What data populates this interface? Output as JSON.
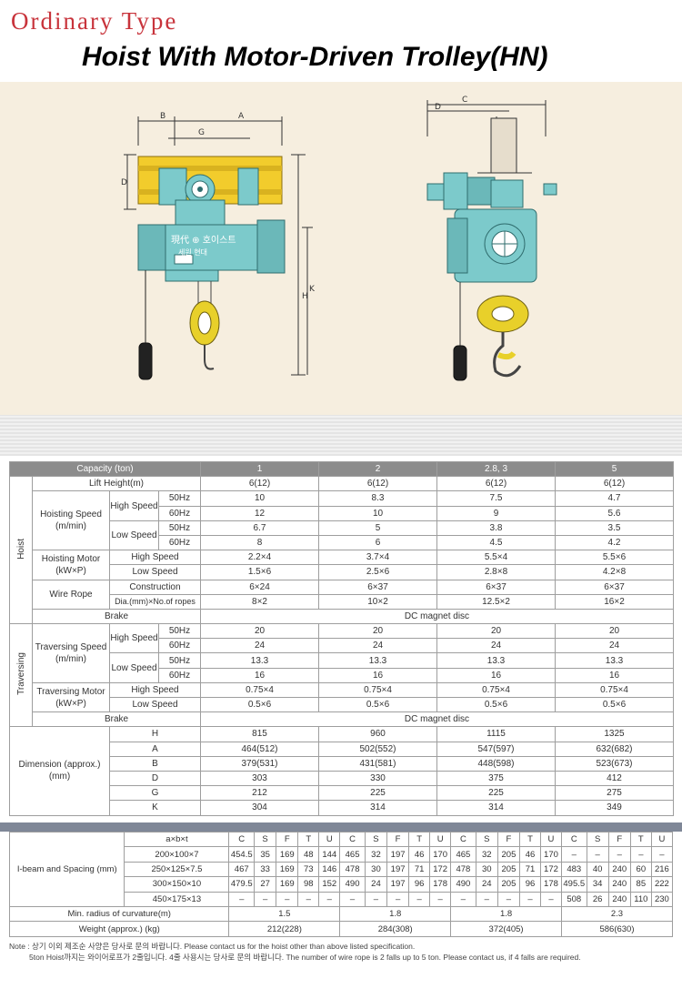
{
  "header": {
    "category": "Ordinary Type",
    "title": "Hoist With Motor-Driven Trolley(HN)"
  },
  "drawing": {
    "logo_text": "現代 ⊕ 호이스트",
    "plate_text": "세원 현대",
    "front_labels": {
      "b": "B",
      "a": "A",
      "g": "G",
      "d": "D",
      "h": "H",
      "k": "K"
    },
    "side_labels": {
      "c": "C",
      "d": "D"
    },
    "colors": {
      "girder": "#f2cc2c",
      "body": "#7ccacb",
      "hook": "#e8d02a",
      "dim": "#333333"
    }
  },
  "spec": {
    "header": [
      "Capacity (ton)",
      "1",
      "2",
      "2.8, 3",
      "5"
    ],
    "lift_height": {
      "label": "Lift Height(m)",
      "values": [
        "6(12)",
        "6(12)",
        "6(12)",
        "6(12)"
      ]
    },
    "hoist": {
      "group_label": "Hoist",
      "hoisting_speed": {
        "label": "Hoisting Speed (m/min)",
        "high": "High Speed",
        "low": "Low Speed",
        "rows": [
          {
            "hz": "50Hz",
            "values": [
              "10",
              "8.3",
              "7.5",
              "4.7"
            ]
          },
          {
            "hz": "60Hz",
            "values": [
              "12",
              "10",
              "9",
              "5.6"
            ]
          },
          {
            "hz": "50Hz",
            "values": [
              "6.7",
              "5",
              "3.8",
              "3.5"
            ]
          },
          {
            "hz": "60Hz",
            "values": [
              "8",
              "6",
              "4.5",
              "4.2"
            ]
          }
        ]
      },
      "hoisting_motor": {
        "label": "Hoisting Motor (kW×P)",
        "rows": [
          {
            "name": "High Speed",
            "values": [
              "2.2×4",
              "3.7×4",
              "5.5×4",
              "5.5×6"
            ]
          },
          {
            "name": "Low Speed",
            "values": [
              "1.5×6",
              "2.5×6",
              "2.8×8",
              "4.2×8"
            ]
          }
        ]
      },
      "wire_rope": {
        "label": "Wire Rope",
        "rows": [
          {
            "name": "Construction",
            "values": [
              "6×24",
              "6×37",
              "6×37",
              "6×37"
            ]
          },
          {
            "name": "Dia.(mm)×No.of ropes",
            "values": [
              "8×2",
              "10×2",
              "12.5×2",
              "16×2"
            ]
          }
        ]
      },
      "brake": {
        "label": "Brake",
        "value": "DC magnet disc"
      }
    },
    "traversing": {
      "group_label": "Traversing",
      "speed": {
        "label": "Traversing Speed (m/min)",
        "high": "High Speed",
        "low": "Low Speed",
        "rows": [
          {
            "hz": "50Hz",
            "values": [
              "20",
              "20",
              "20",
              "20"
            ]
          },
          {
            "hz": "60Hz",
            "values": [
              "24",
              "24",
              "24",
              "24"
            ]
          },
          {
            "hz": "50Hz",
            "values": [
              "13.3",
              "13.3",
              "13.3",
              "13.3"
            ]
          },
          {
            "hz": "60Hz",
            "values": [
              "16",
              "16",
              "16",
              "16"
            ]
          }
        ]
      },
      "motor": {
        "label": "Traversing Motor (kW×P)",
        "rows": [
          {
            "name": "High Speed",
            "values": [
              "0.75×4",
              "0.75×4",
              "0.75×4",
              "0.75×4"
            ]
          },
          {
            "name": "Low Speed",
            "values": [
              "0.5×6",
              "0.5×6",
              "0.5×6",
              "0.5×6"
            ]
          }
        ]
      },
      "brake": {
        "label": "Brake",
        "value": "DC magnet disc"
      }
    },
    "dimension": {
      "label": "Dimension (approx.) (mm)",
      "rows": [
        {
          "name": "H",
          "values": [
            "815",
            "960",
            "1115",
            "1325"
          ]
        },
        {
          "name": "A",
          "values": [
            "464(512)",
            "502(552)",
            "547(597)",
            "632(682)"
          ]
        },
        {
          "name": "B",
          "values": [
            "379(531)",
            "431(581)",
            "448(598)",
            "523(673)"
          ]
        },
        {
          "name": "D",
          "values": [
            "303",
            "330",
            "375",
            "412"
          ]
        },
        {
          "name": "G",
          "values": [
            "212",
            "225",
            "225",
            "275"
          ]
        },
        {
          "name": "K",
          "values": [
            "304",
            "314",
            "314",
            "349"
          ]
        }
      ]
    }
  },
  "ibeam": {
    "label": "I-beam and Spacing (mm)",
    "header_label": "a×b×t",
    "cols": [
      "C",
      "S",
      "F",
      "T",
      "U"
    ],
    "rows": [
      {
        "size": "200×100×7",
        "values": [
          "454.5",
          "35",
          "169",
          "48",
          "144",
          "465",
          "32",
          "197",
          "46",
          "170",
          "465",
          "32",
          "205",
          "46",
          "170",
          "–",
          "–",
          "–",
          "–",
          "–"
        ]
      },
      {
        "size": "250×125×7.5",
        "values": [
          "467",
          "33",
          "169",
          "73",
          "146",
          "478",
          "30",
          "197",
          "71",
          "172",
          "478",
          "30",
          "205",
          "71",
          "172",
          "483",
          "40",
          "240",
          "60",
          "216"
        ]
      },
      {
        "size": "300×150×10",
        "values": [
          "479.5",
          "27",
          "169",
          "98",
          "152",
          "490",
          "24",
          "197",
          "96",
          "178",
          "490",
          "24",
          "205",
          "96",
          "178",
          "495.5",
          "34",
          "240",
          "85",
          "222"
        ]
      },
      {
        "size": "450×175×13",
        "values": [
          "–",
          "–",
          "–",
          "–",
          "–",
          "–",
          "–",
          "–",
          "–",
          "–",
          "–",
          "–",
          "–",
          "–",
          "–",
          "508",
          "26",
          "240",
          "110",
          "230"
        ]
      }
    ],
    "min_radius": {
      "label": "Min. radius of curvature(m)",
      "values": [
        "1.5",
        "1.8",
        "1.8",
        "2.3"
      ]
    },
    "weight": {
      "label": "Weight (approx.) (kg)",
      "values": [
        "212(228)",
        "284(308)",
        "372(405)",
        "586(630)"
      ]
    }
  },
  "notes": {
    "line1": "Note : 상기 이외 제조순 사양은 당사로 문의 바랍니다.  Please contact us for the hoist other than above listed specification.",
    "line2": "5ton Hoist까지는 와이어로프가 2줄입니다. 4줄 사용시는 당사로 문의 바랍니다.  The number of wire rope is 2 falls up to 5 ton. Please contact us, if 4 falls are required."
  }
}
